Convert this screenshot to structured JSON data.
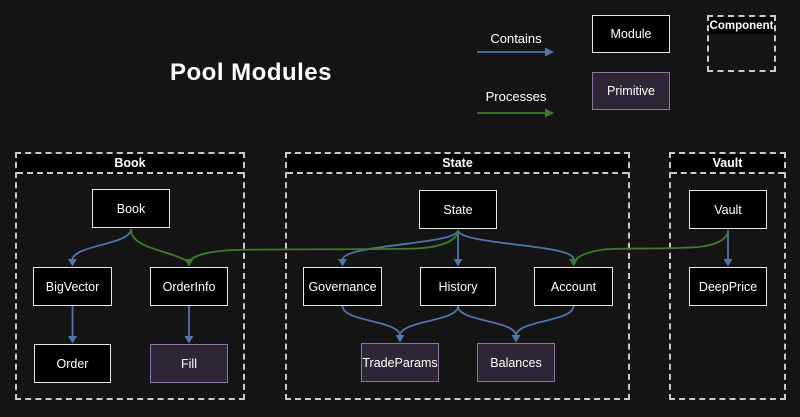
{
  "title": "Pool Modules",
  "legend": {
    "contains_label": "Contains",
    "processes_label": "Processes",
    "module_label": "Module",
    "primitive_label": "Primitive",
    "component_label": "Component"
  },
  "containers": {
    "book": {
      "label": "Book"
    },
    "state": {
      "label": "State"
    },
    "vault": {
      "label": "Vault"
    }
  },
  "nodes": {
    "book": {
      "label": "Book",
      "type": "module"
    },
    "bigvector": {
      "label": "BigVector",
      "type": "module"
    },
    "orderinfo": {
      "label": "OrderInfo",
      "type": "module"
    },
    "order": {
      "label": "Order",
      "type": "module"
    },
    "fill": {
      "label": "Fill",
      "type": "primitive"
    },
    "state": {
      "label": "State",
      "type": "module"
    },
    "governance": {
      "label": "Governance",
      "type": "module"
    },
    "history": {
      "label": "History",
      "type": "module"
    },
    "account": {
      "label": "Account",
      "type": "module"
    },
    "tradeparams": {
      "label": "TradeParams",
      "type": "primitive"
    },
    "balances": {
      "label": "Balances",
      "type": "primitive"
    },
    "vault": {
      "label": "Vault",
      "type": "module"
    },
    "deepprice": {
      "label": "DeepPrice",
      "type": "module"
    }
  },
  "edges": [
    {
      "from": "Book",
      "to": "BigVector",
      "type": "contains"
    },
    {
      "from": "BigVector",
      "to": "Order",
      "type": "contains"
    },
    {
      "from": "OrderInfo",
      "to": "Fill",
      "type": "contains"
    },
    {
      "from": "Book",
      "to": "OrderInfo",
      "type": "processes"
    },
    {
      "from": "State",
      "to": "OrderInfo",
      "type": "processes"
    },
    {
      "from": "State",
      "to": "Governance",
      "type": "contains"
    },
    {
      "from": "State",
      "to": "History",
      "type": "contains"
    },
    {
      "from": "State",
      "to": "Account",
      "type": "contains"
    },
    {
      "from": "Governance",
      "to": "TradeParams",
      "type": "contains"
    },
    {
      "from": "History",
      "to": "TradeParams",
      "type": "contains"
    },
    {
      "from": "History",
      "to": "Balances",
      "type": "contains"
    },
    {
      "from": "Account",
      "to": "Balances",
      "type": "contains"
    },
    {
      "from": "Vault",
      "to": "DeepPrice",
      "type": "contains"
    },
    {
      "from": "Vault",
      "to": "Account",
      "type": "processes"
    }
  ],
  "colors": {
    "background": "#141414",
    "contains_arrow": "#4f74ab",
    "processes_arrow": "#3d7a2a",
    "module_fill": "#000000",
    "module_border": "#e6e6e6",
    "primitive_fill": "#2e2637",
    "primitive_border": "#8a76a0",
    "cluster_border": "#c9c9c9",
    "text": "#ffffff"
  }
}
